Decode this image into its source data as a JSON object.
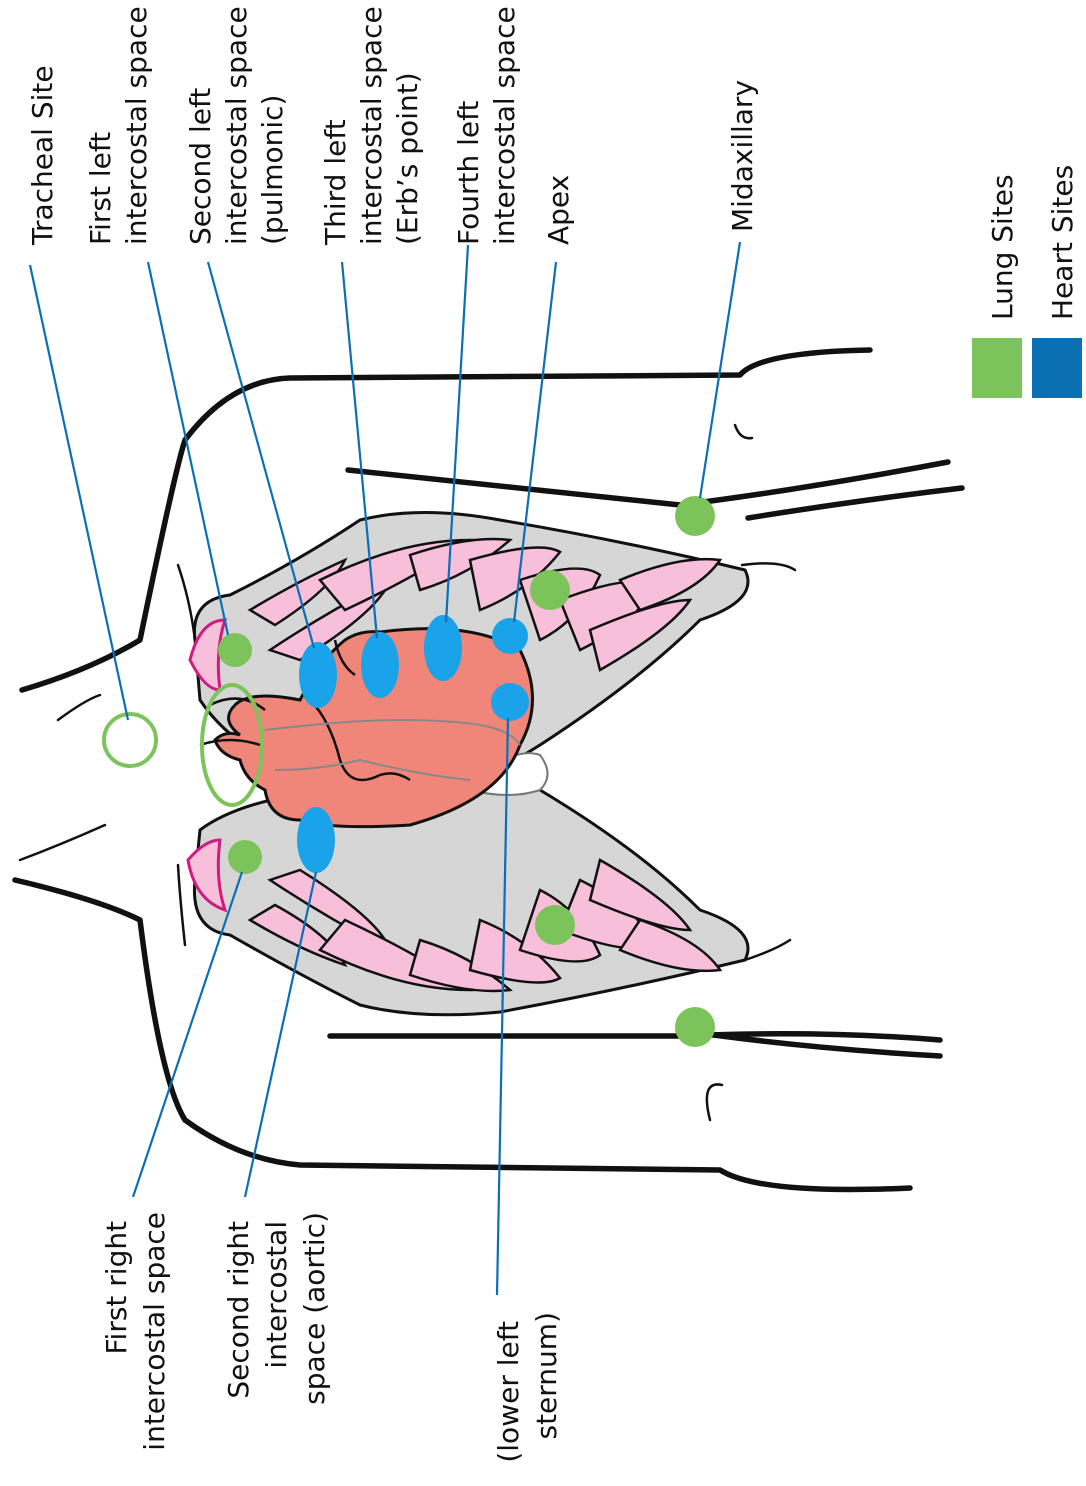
{
  "colors": {
    "lung_site": "#7dc35b",
    "heart_site": "#1aa3e8",
    "legend_heart": "#0b6fb3",
    "leader_line": "#0b6fb3",
    "heart": "#f0857a",
    "rib": "#d6d6d6",
    "lung": "#f7bfd9"
  },
  "legend": {
    "lung_label": "Lung Sites",
    "heart_label": "Heart Sites"
  },
  "labels": {
    "tracheal": [
      "Tracheal Site"
    ],
    "first_left": [
      "First left",
      "intercostal space"
    ],
    "second_left": [
      "Second left",
      "intercostal space",
      "(pulmonic)"
    ],
    "third_left": [
      "Third left",
      "intercostal space",
      "(Erb’s point)"
    ],
    "fourth_left": [
      "Fourth left",
      "intercostal space"
    ],
    "apex": [
      "Apex"
    ],
    "midaxillary": [
      "Midaxillary"
    ],
    "first_right": [
      "First right",
      "intercostal space"
    ],
    "second_right": [
      "Second right",
      "intercostal",
      "space (aortic)"
    ],
    "lower_left_sternum": [
      "(lower left",
      "sternum)"
    ]
  }
}
